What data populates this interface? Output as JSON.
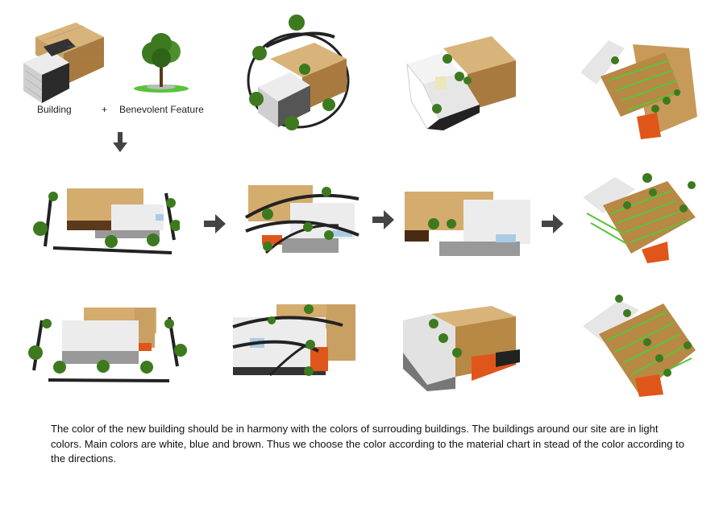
{
  "labels": {
    "building": "Building",
    "plus": "+",
    "feature": "Benevolent Feature"
  },
  "caption": "The color of the new building should be in harmony with the colors of surrouding buildings. The buildings around our site are in light colors. Main colors are white, blue and brown.  Thus we choose the color according to the material chart in stead of the color according to the directions.",
  "colors": {
    "wood": "#c9a063",
    "wood_dark": "#8a6232",
    "white_block": "#ececec",
    "grey_block": "#8d8d8d",
    "dark_block": "#2b2b2b",
    "orange": "#e0561a",
    "blue": "#a9cbe6",
    "tree": "#3d7a1f",
    "grass": "#58c43a",
    "arrow": "#444444"
  }
}
